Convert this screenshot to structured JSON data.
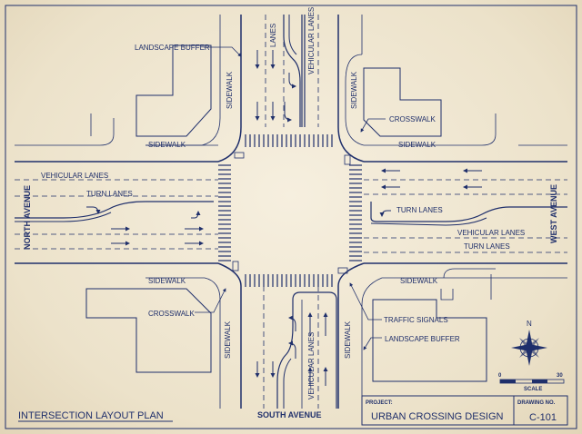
{
  "labels": {
    "landscape_buffer_top": "LANDSCAPE BUFFER",
    "landscape_buffer_bottom": "LANDSCAPE BUFFER",
    "lanes": "LANES",
    "vehicular_lanes_top": "VEHICULAR LANES",
    "vehicular_lanes_bottom": "VEHICULAR LANES",
    "vehicular_lanes_west": "VEHICULAR LANES",
    "vehicular_lanes_east": "VEHICULAR LANES",
    "turn_lanes_west": "TURN LANES",
    "turn_lanes_east1": "TURN LANES",
    "turn_lanes_east2": "TURN LANES",
    "crosswalk_ne": "CROSSWALK",
    "crosswalk_sw": "CROSSWALK",
    "traffic_signals": "TRAFFIC SIGNALS",
    "sidewalk_nw_v": "SIDEWALK",
    "sidewalk_nw_h": "SIDEWALK",
    "sidewalk_ne_h": "SIDEWALK",
    "sidewalk_sw_h": "SIDEWALK",
    "sidewalk_se_h": "SIDEWALK",
    "sidewalk_sw_v": "SIDEWALK",
    "sidewalk_se_v": "SIDEWALK",
    "sidewalk_ne_v": "SIDEWALK",
    "north_avenue": "NORTH AVENUE",
    "west_avenue": "WEST AVENUE",
    "south_avenue": "SOUTH AVENUE"
  },
  "title_block": {
    "plan_title": "INTERSECTION LAYOUT PLAN",
    "project_label": "PROJECT:",
    "project_name": "URBAN CROSSING DESIGN",
    "drawing_no_label": "DRAWING NO.",
    "drawing_no": "C-101"
  },
  "scale": {
    "min": "0",
    "max": "30",
    "label": "SCALE"
  },
  "compass": {
    "north": "N",
    "icon": "compass-rose-icon"
  },
  "colors": {
    "ink": "#1f2f6b",
    "paper": "#efe6d2"
  }
}
